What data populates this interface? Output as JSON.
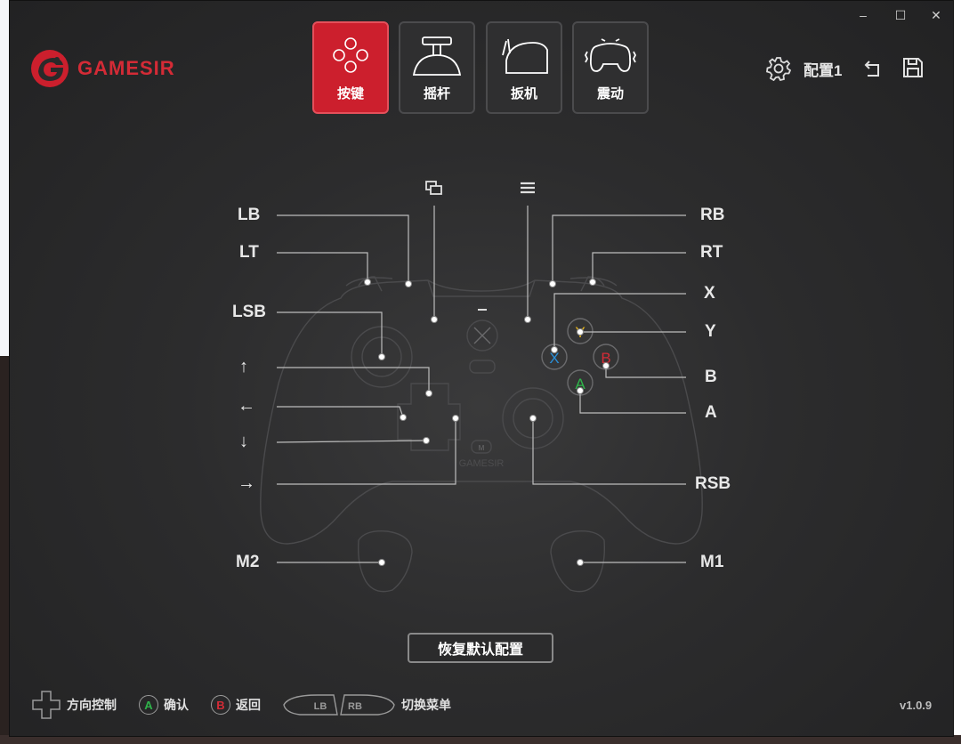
{
  "window": {
    "min_symbol": "–",
    "max_symbol": "☐",
    "close_symbol": "✕"
  },
  "brand": {
    "name": "GAMESIR",
    "accent": "#cc1f2d"
  },
  "tabs": [
    {
      "label": "按键",
      "icon": "gamepad-buttons-icon",
      "active": true
    },
    {
      "label": "摇杆",
      "icon": "joystick-icon",
      "active": false
    },
    {
      "label": "扳机",
      "icon": "trigger-icon",
      "active": false
    },
    {
      "label": "震动",
      "icon": "vibration-icon",
      "active": false
    }
  ],
  "toolbar": {
    "profile_label": "配置1",
    "settings_icon": "gear-icon",
    "undo_icon": "undo-icon",
    "save_icon": "save-icon"
  },
  "mapping": {
    "left": {
      "lb": "LB",
      "lt": "LT",
      "lsb": "LSB",
      "m2": "M2"
    },
    "right": {
      "rb": "RB",
      "rt": "RT",
      "x": "X",
      "y": "Y",
      "b": "B",
      "a": "A",
      "rsb": "RSB",
      "m1": "M1"
    },
    "dpad": {
      "up": "↑",
      "left": "←",
      "down": "↓",
      "right": "→"
    },
    "top": {
      "view_icon": "view-icon",
      "menu_icon": "menu-icon"
    }
  },
  "controller": {
    "face_a": "A",
    "face_b": "B",
    "face_x": "X",
    "face_y": "Y",
    "brand_text": "GAMESIR",
    "m_button": "M"
  },
  "reset_label": "恢复默认配置",
  "hints": {
    "direction": "方向控制",
    "confirm_key": "A",
    "confirm": "确认",
    "back_key": "B",
    "back": "返回",
    "lb": "LB",
    "rb": "RB",
    "switch_menu": "切换菜单"
  },
  "version": "v1.0.9",
  "colors": {
    "button_a": "#2fb34a",
    "button_b": "#d42b36",
    "button_x": "#2a8fd8",
    "button_y": "#e3b21b"
  }
}
